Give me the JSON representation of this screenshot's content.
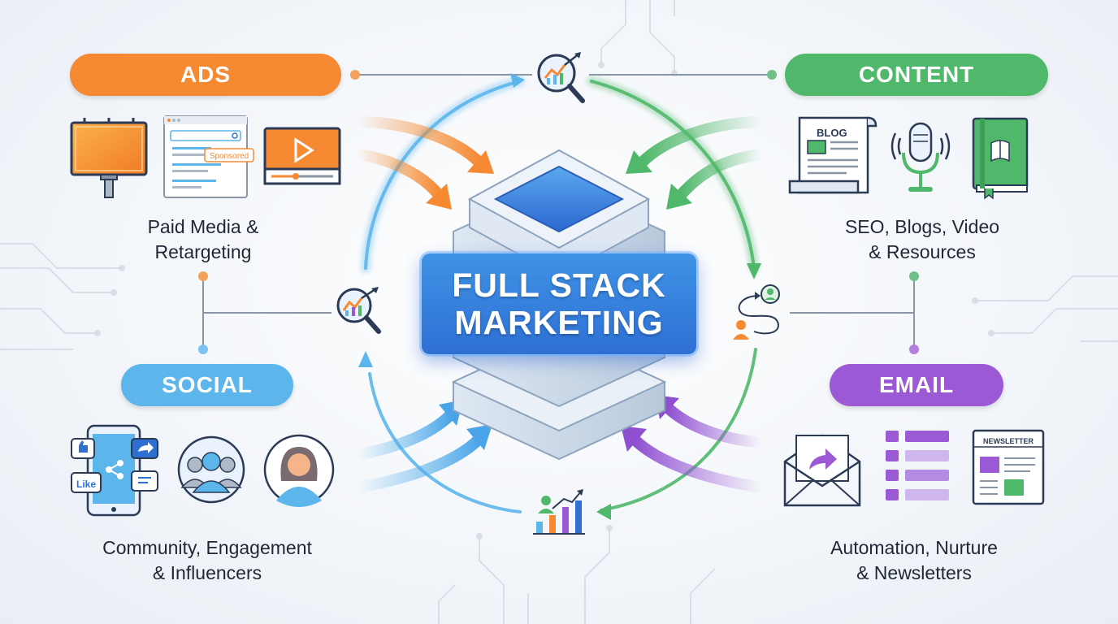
{
  "title": {
    "line1": "FULL STACK",
    "line2": "MARKETING"
  },
  "sections": {
    "ads": {
      "label": "ADS",
      "desc_line1": "Paid Media &",
      "desc_line2": "Retargeting",
      "color": "#f58a32"
    },
    "content": {
      "label": "CONTENT",
      "desc_line1": "SEO, Blogs, Video",
      "desc_line2": "& Resources",
      "color": "#4fb86a"
    },
    "social": {
      "label": "SOCIAL",
      "desc_line1": "Community, Engagement",
      "desc_line2": "& Influencers",
      "color": "#5cb6ec"
    },
    "email": {
      "label": "EMAIL",
      "desc_line1": "Automation, Nurture",
      "desc_line2": "& Newsletters",
      "color": "#9b59d6"
    }
  },
  "icon_text": {
    "sponsored": "Sponsored",
    "blog": "BLOG",
    "like": "Like",
    "newsletter": "NEWSLETTER"
  },
  "icons": [
    "billboard-icon",
    "search-ad-icon",
    "video-icon",
    "blog-icon",
    "podcast-mic-icon",
    "ebook-icon",
    "social-phone-icon",
    "community-icon",
    "influencer-icon",
    "email-envelope-icon",
    "list-icon",
    "newsletter-icon",
    "analytics-magnifier-icon",
    "user-journey-icon",
    "growth-chart-icon"
  ]
}
